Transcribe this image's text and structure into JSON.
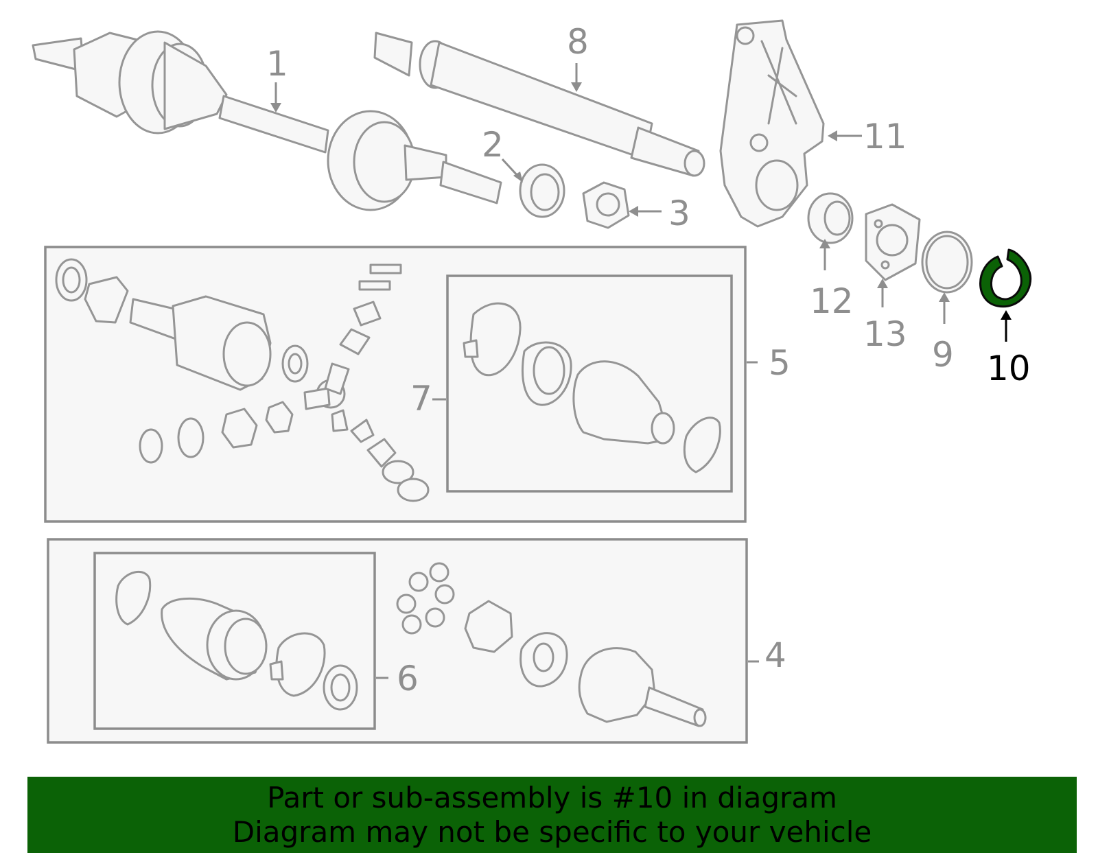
{
  "callouts": {
    "c1": "1",
    "c2": "2",
    "c3": "3",
    "c4": "4",
    "c5": "5",
    "c6": "6",
    "c7": "7",
    "c8": "8",
    "c9": "9",
    "c10": "10",
    "c11": "11",
    "c12": "12",
    "c13": "13"
  },
  "highlight": {
    "part": "10",
    "color": "#0b6206"
  },
  "banner": {
    "line1": "Part or sub-assembly is #10 in diagram",
    "line2": "Diagram may not be specific to your vehicle",
    "background": "#0b6206"
  }
}
